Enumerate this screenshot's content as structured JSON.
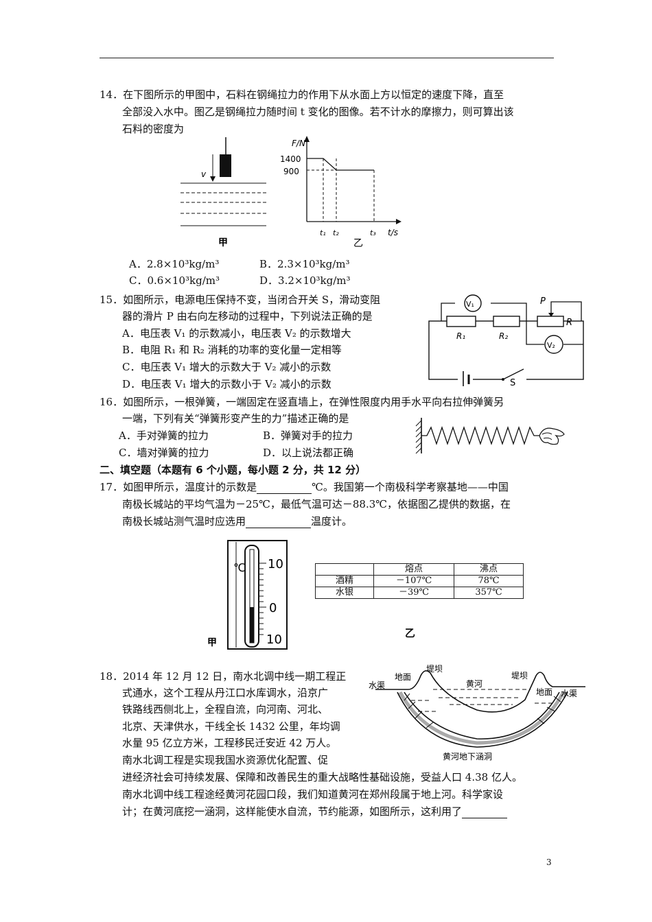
{
  "q14": {
    "line1": "14．在下图所示的甲图中，石料在钢绳拉力的作用下从水面上方以恒定的速度下降，直至",
    "line2": "全部没入水中。图乙是钢绳拉力随时间 t 变化的图像。若不计水的摩擦力，则可算出该",
    "line3": "石料的密度为",
    "fig_a_label": "甲",
    "fig_b_label": "乙",
    "fig_a_v": "v",
    "graph": {
      "ylabel": "F/N",
      "xlabel": "t/s",
      "y_ticks": [
        "1400",
        "900"
      ],
      "x_ticks": [
        "t₁",
        "t₂",
        "t₃"
      ]
    },
    "optA": "A．2.8×10³kg/m³",
    "optB": "B．2.3×10³kg/m³",
    "optC": "C．0.6×10³kg/m³",
    "optD": "D．3.2×10³kg/m³"
  },
  "q15": {
    "line1": "15．如图所示，电源电压保持不变，当闭合开关 S，滑动变阻",
    "line2": "器的滑片 P 由右向左移动的过程中，下列说法正确的是",
    "optA": "A．电压表 V₁ 的示数减小，电压表 V₂ 的示数增大",
    "optB": "B．电阻 R₁ 和 R₂ 消耗的功率的变化量一定相等",
    "optC": "C．电压表 V₁ 增大的示数大于 V₂ 减小的示数",
    "optD": "D．电压表 V₁ 增大的示数小于 V₂ 减小的示数",
    "circuit": {
      "v1": "V₁",
      "v2": "V₂",
      "r1": "R₁",
      "r2": "R₂",
      "r": "R",
      "p": "P",
      "s": "S"
    }
  },
  "q16": {
    "line1": "16．如图所示，一根弹簧，一端固定在竖直墙上，在弹性限度内用手水平向右拉伸弹簧另",
    "line2": "一端，下列有关“弹簧形变产生的力”描述正确的是",
    "optA": "A．手对弹簧的拉力",
    "optB": "B．弹簧对手的拉力",
    "optC": "C．墙对弹簧的拉力",
    "optD": "D．以上说法都正确"
  },
  "section2": "二、填空题（本题有 6 个小题，每小题 2 分，共 12 分）",
  "q17": {
    "line1a": "17．如图甲所示，温度计的示数是",
    "line1b": "℃。我国第一个南极科学考察基地——中国",
    "line2": "南极长城站的平均气温为－25℃，最低气温可达－88.3℃，依据图乙提供的数据，在",
    "line3a": "南极长城站测气温时应选用",
    "line3b": "温度计。",
    "fig_a_label": "甲",
    "fig_b_label": "乙",
    "thermo": {
      "unit": "℃",
      "ticks": [
        "10",
        "0",
        "10"
      ]
    },
    "table": {
      "headers": [
        "",
        "熔点",
        "沸点"
      ],
      "rows": [
        [
          "酒精",
          "－107℃",
          "78℃"
        ],
        [
          "水银",
          "－39℃",
          "357℃"
        ]
      ]
    }
  },
  "q18": {
    "line1": "18．2014 年 12 月 12 日，南水北调中线一期工程正",
    "line2": "式通水，这个工程从丹江口水库调水，沿京广",
    "line3": "铁路线西侧北上，全程自流，向河南、河北、",
    "line4": "北京、天津供水，干线全长 1432 公里，年均调",
    "line5": "水量 95 亿立方米，工程移民迁安近 42 万人。",
    "line6": "南水北调工程是实现我国水资源优化配置、促",
    "line7": "进经济社会可持续发展、保障和改善民生的重大战略性基础设施，受益人口 4.38 亿人。",
    "line8": "南水北调中线工程途经黄河花园口段，我们知道黄河在郑州段属于地上河。科学家设",
    "line9": "计；在黄河底挖一涵洞，这样能使水自流，节约能源，如图所示，这利用了",
    "fig": {
      "canal_l": "水渠",
      "ground_l": "地面",
      "dam_l": "堤坝",
      "river": "黄河",
      "dam_r": "堤坝",
      "ground_r": "地面",
      "canal_r": "水渠",
      "culvert": "黄河地下涵洞"
    }
  },
  "page_number": "3"
}
